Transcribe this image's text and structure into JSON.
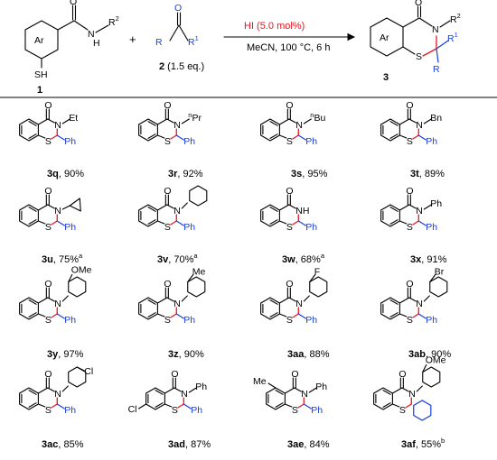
{
  "scheme": {
    "reactant1": {
      "ring": "Ar",
      "nh": "N",
      "h": "H",
      "r2": "R",
      "r2_sup": "2",
      "sh": "SH",
      "o": "O",
      "label": "1"
    },
    "plus": "+",
    "reactant2": {
      "o": "O",
      "r": "R",
      "r1": "R",
      "r1_sup": "1",
      "label": "2",
      "eq": " (1.5 eq.)"
    },
    "catalyst": "HI (5.0 mol%)",
    "conditions": "MeCN, 100 °C, 6 h",
    "product": {
      "ring": "Ar",
      "o": "O",
      "n": "N",
      "r2": "R",
      "r2_sup": "2",
      "s": "S",
      "r1": "R",
      "r1_sup": "1",
      "r": "R",
      "label": "3"
    }
  },
  "compounds": [
    {
      "id": "3q",
      "yield": ", 90%",
      "substituent": "Et",
      "ph": "Ph"
    },
    {
      "id": "3r",
      "yield": ", 92%",
      "substituent_pre": "n",
      "substituent": "Pr",
      "ph": "Ph"
    },
    {
      "id": "3s",
      "yield": ", 95%",
      "substituent_pre": "n",
      "substituent": "Bu",
      "ph": "Ph"
    },
    {
      "id": "3t",
      "yield": ", 89%",
      "substituent": "Bn",
      "ph": "Ph"
    },
    {
      "id": "3u",
      "yield": ", 75%",
      "note": "a",
      "ph": "Ph"
    },
    {
      "id": "3v",
      "yield": ", 70%",
      "note": "a",
      "ph": "Ph"
    },
    {
      "id": "3w",
      "yield": ", 68%",
      "note": "a",
      "substituent": "NH",
      "ph": "Ph"
    },
    {
      "id": "3x",
      "yield": ", 91%",
      "substituent": "Ph",
      "ph": "Ph"
    },
    {
      "id": "3y",
      "yield": ", 97%",
      "substituent": "OMe",
      "ph": "Ph"
    },
    {
      "id": "3z",
      "yield": ", 90%",
      "substituent": "Me",
      "ph": "Ph"
    },
    {
      "id": "3aa",
      "yield": ", 88%",
      "substituent": "F",
      "ph": "Ph"
    },
    {
      "id": "3ab",
      "yield": ", 90%",
      "substituent": "Br",
      "ph": "Ph"
    },
    {
      "id": "3ac",
      "yield": ", 85%",
      "substituent": "Cl",
      "ph": "Ph"
    },
    {
      "id": "3ad",
      "yield": ", 87%",
      "substituent": "Ph",
      "ring_sub": "Cl",
      "ph": "Ph"
    },
    {
      "id": "3ae",
      "yield": ", 84%",
      "substituent": "Ph",
      "ring_sub": "Me",
      "ph": "Ph"
    },
    {
      "id": "3af",
      "yield": ", 55%",
      "note": "b",
      "substituent": "OMe"
    }
  ],
  "atoms": {
    "O": "O",
    "N": "N",
    "S": "S"
  },
  "colors": {
    "red": "#e8141d",
    "blue": "#1a3fd6",
    "black": "#000000"
  }
}
